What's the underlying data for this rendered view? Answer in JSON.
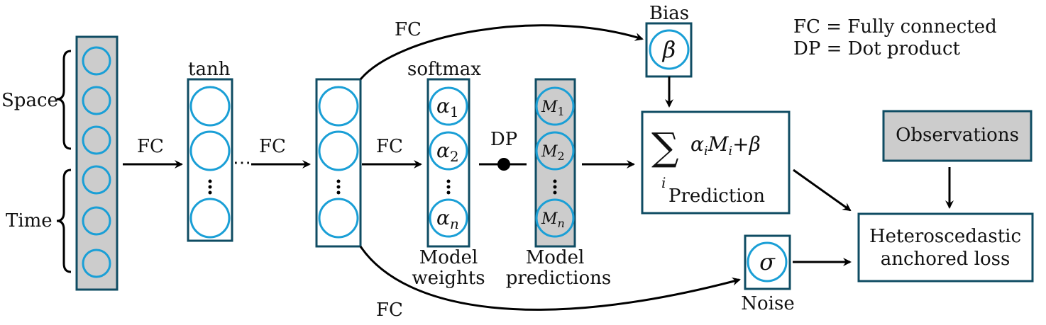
{
  "legend": {
    "fc": "FC = Fully connected",
    "dp": "DP = Dot product"
  },
  "input": {
    "space_label": "Space",
    "time_label": "Time"
  },
  "hidden1": {
    "activation": "tanh"
  },
  "edges": {
    "fc1": "FC",
    "fc2": "FC",
    "fc3": "FC",
    "fc_bias": "FC",
    "fc_noise": "FC",
    "dp": "DP"
  },
  "weights": {
    "activation": "softmax",
    "caption_line1": "Model",
    "caption_line2": "weights",
    "alpha1_base": "α",
    "alpha1_sub": "1",
    "alpha2_base": "α",
    "alpha2_sub": "2",
    "alphan_base": "α",
    "alphan_sub": "n"
  },
  "predictions": {
    "caption_line1": "Model",
    "caption_line2": "predictions",
    "m1_base": "M",
    "m1_sub": "1",
    "m2_base": "M",
    "m2_sub": "2",
    "mn_base": "M",
    "mn_sub": "n"
  },
  "bias": {
    "label": "Bias",
    "symbol": "β"
  },
  "noise": {
    "label": "Noise",
    "symbol": "σ"
  },
  "prediction_box": {
    "sum": "∑",
    "sum_index": "i",
    "formula_alpha": "α",
    "formula_i1": "i",
    "formula_M": "M",
    "formula_i2": "i",
    "formula_plus": "+",
    "formula_beta": "β",
    "label": "Prediction"
  },
  "observations": {
    "label": "Observations"
  },
  "loss": {
    "line1": "Heteroscedastic",
    "line2": "anchored loss"
  },
  "ellipsis": {
    "dots": "⋯"
  }
}
